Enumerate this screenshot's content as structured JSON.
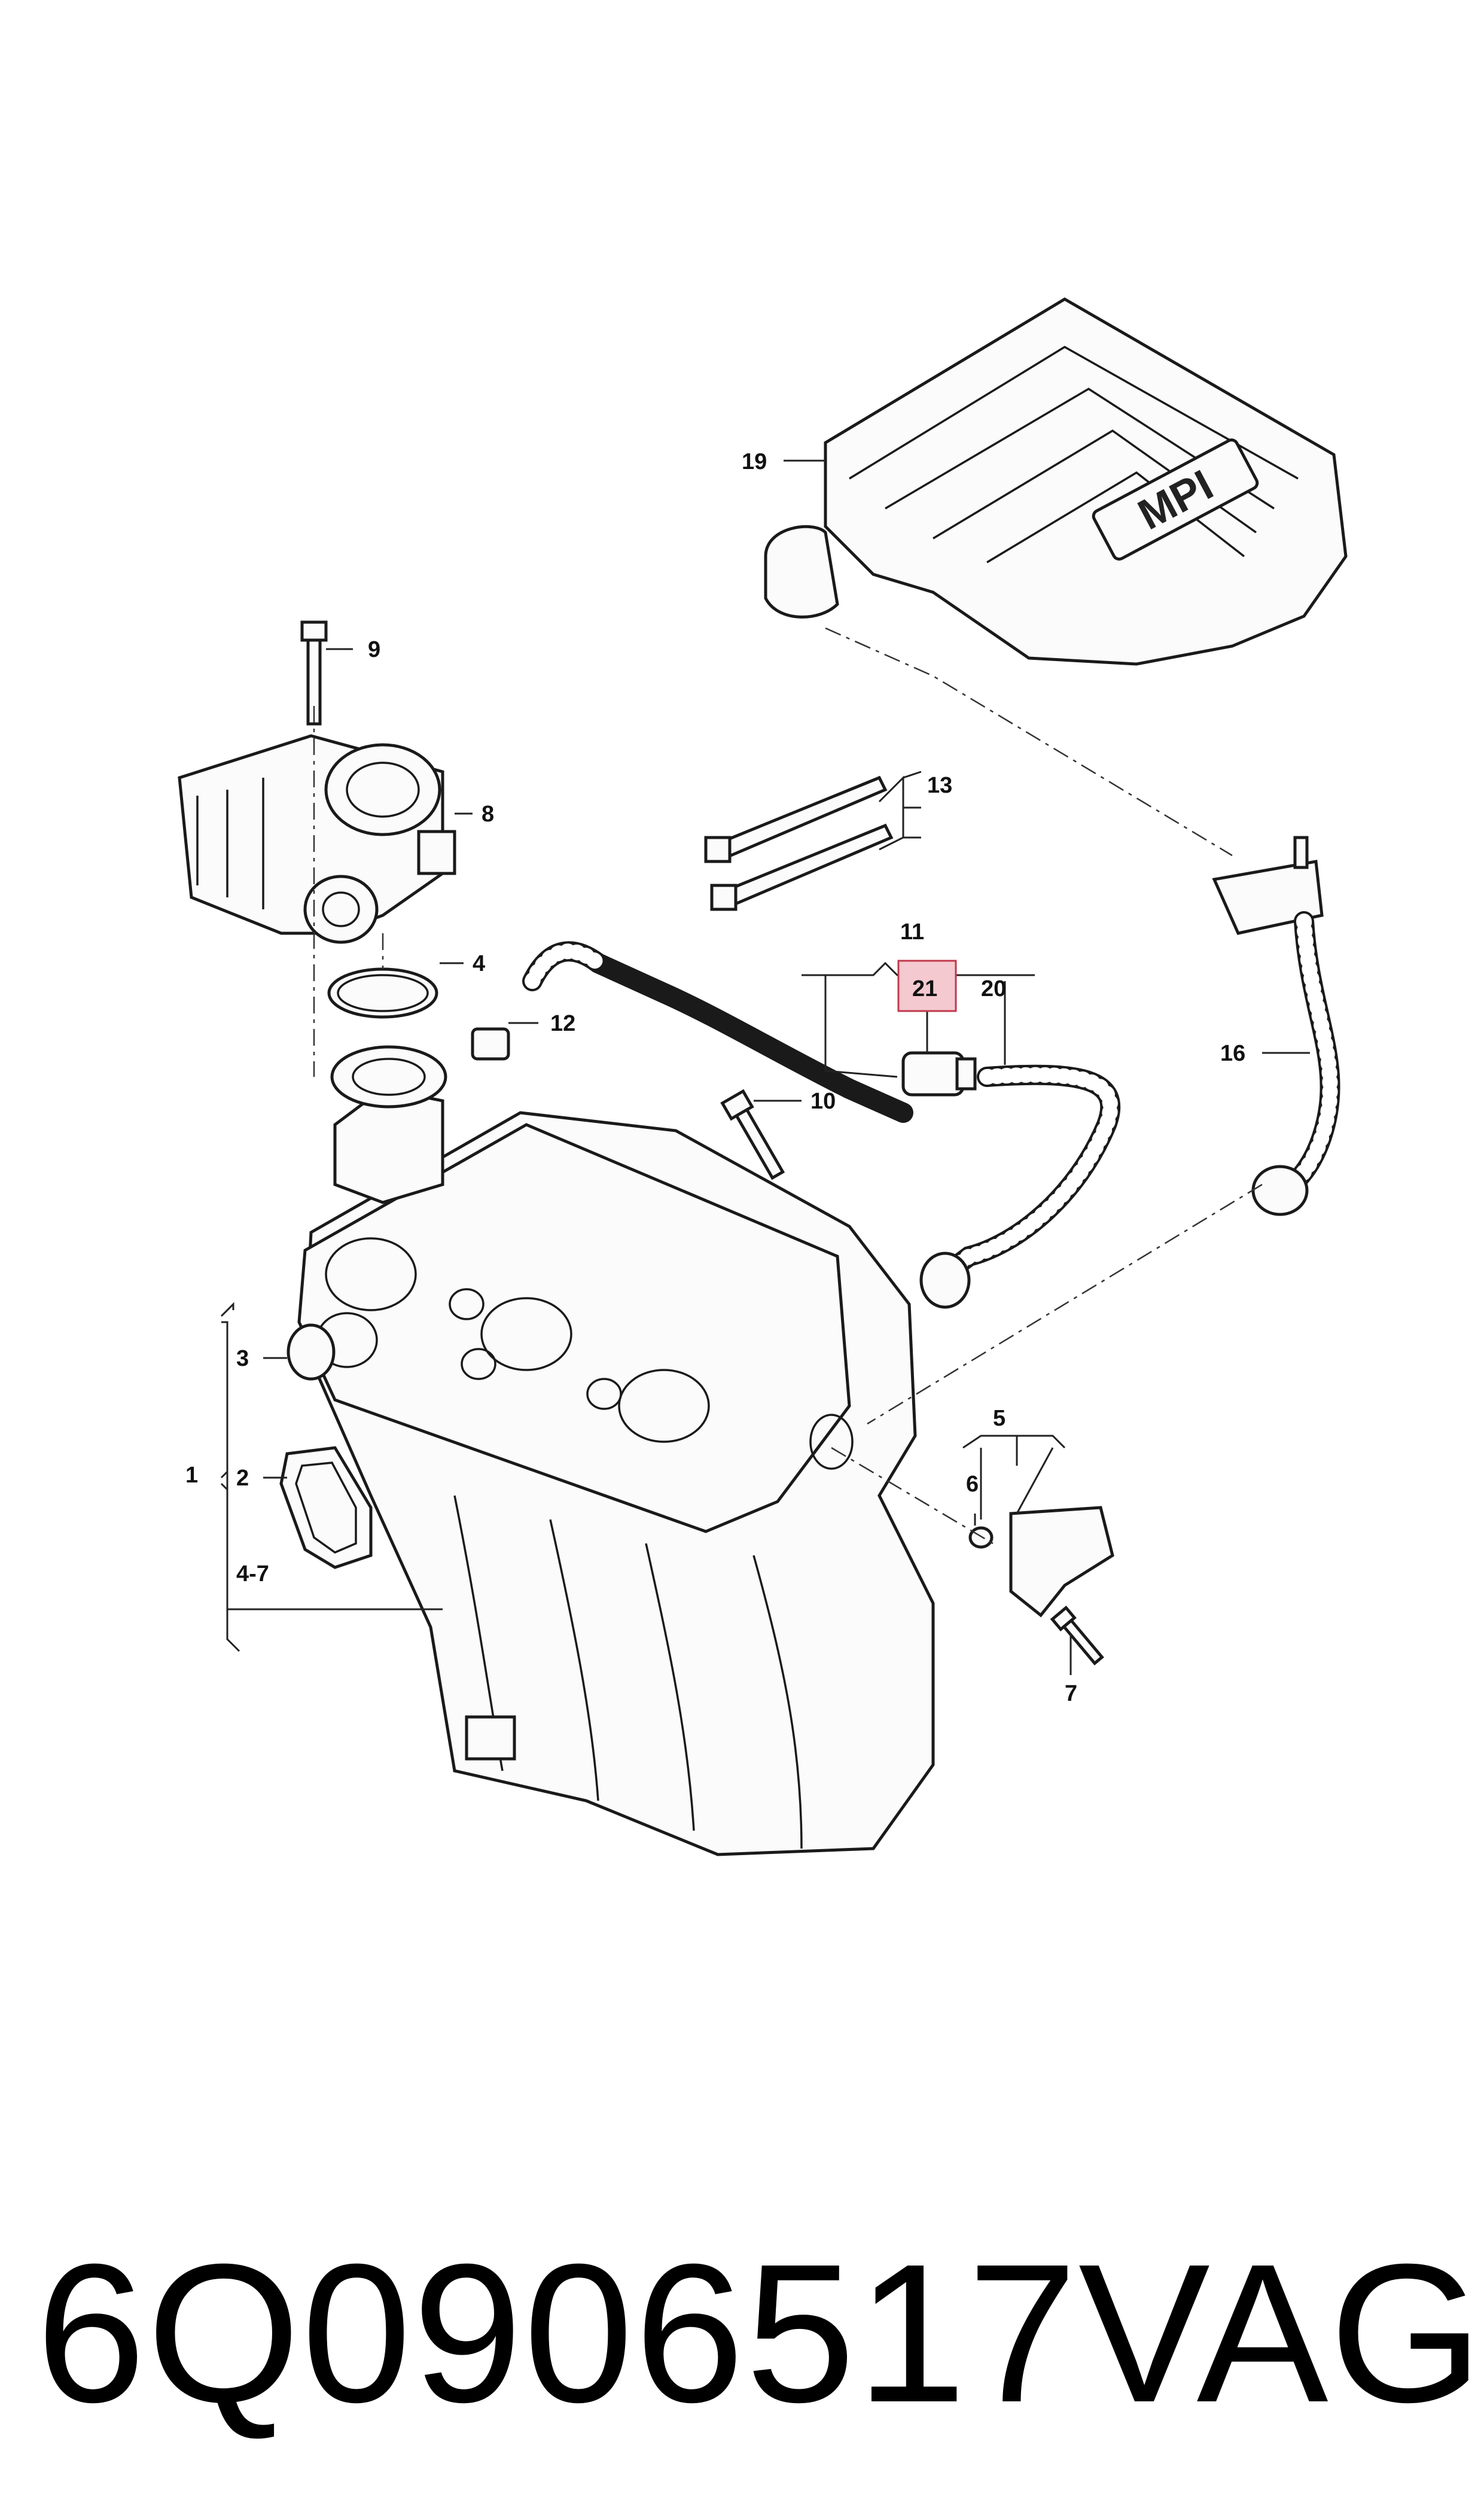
{
  "callouts": {
    "c1": "1",
    "c2": "2",
    "c3": "3",
    "c4": "4",
    "c4_7": "4-7",
    "c5": "5",
    "c6": "6",
    "c7": "7",
    "c8": "8",
    "c9": "9",
    "c10": "10",
    "c11": "11",
    "c12": "12",
    "c13": "13",
    "c16": "16",
    "c19": "19",
    "c20": "20",
    "c21": "21"
  },
  "cover_marking": "MPI",
  "highlight_color": "#f4c9cf",
  "highlight_border": "#c0394b",
  "caption": {
    "part_number": "6Q0906517",
    "brand": "VAG"
  }
}
